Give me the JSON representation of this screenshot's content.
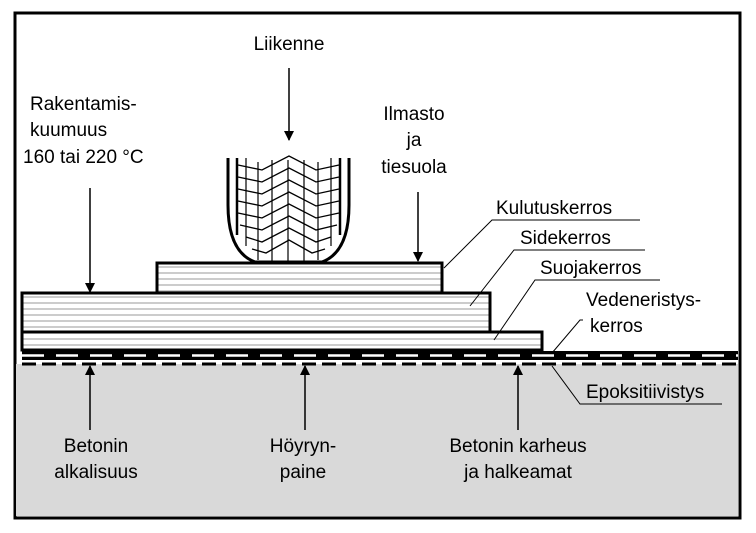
{
  "diagram": {
    "labels": {
      "traffic": "Liikenne",
      "construction_heat_1": "Rakentamis-",
      "construction_heat_2": "kuumuus",
      "construction_heat_3": "160 tai 220 °C",
      "climate_1": "Ilmasto",
      "climate_2": "ja",
      "climate_3": "tiesuola",
      "wearing_course": "Kulutuskerros",
      "binder_course": "Sidekerros",
      "protective_course": "Suojakerros",
      "waterproofing_1": "Vedeneristys-",
      "waterproofing_2": "kerros",
      "epoxy": "Epoksitiivistys",
      "alkalinity_1": "Betonin",
      "alkalinity_2": "alkalisuus",
      "vapour_1": "Höyryn-",
      "vapour_2": "paine",
      "roughness_1": "Betonin karheus",
      "roughness_2": "ja halkeamat"
    },
    "colors": {
      "concrete": "#d9d9d9",
      "lines": "#000000",
      "background": "#ffffff"
    }
  }
}
